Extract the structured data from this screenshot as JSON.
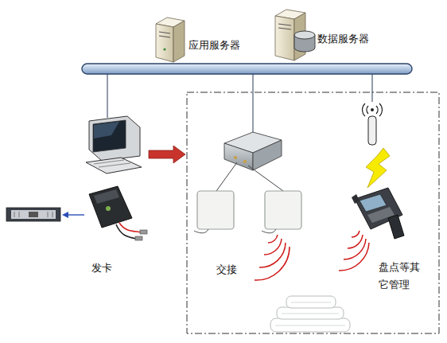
{
  "diagram": {
    "nodes": [
      {
        "text": [
          "应用服务器"
        ]
      },
      {
        "text": [
          "数据服务器"
        ]
      },
      {
        "text": [
          "发卡"
        ]
      },
      {
        "text": [
          "交接"
        ]
      },
      {
        "text": [
          "盘点等其 它管理"
        ]
      }
    ]
  }
}
